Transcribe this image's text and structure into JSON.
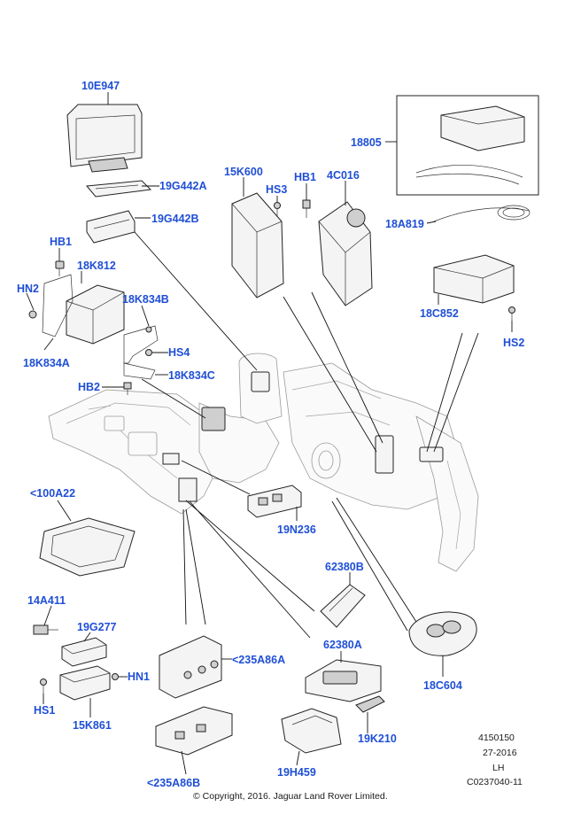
{
  "labels": {
    "l_10E947": "10E947",
    "l_19G442A": "19G442A",
    "l_19G442B": "19G442B",
    "l_HB1_left": "HB1",
    "l_18K812": "18K812",
    "l_HN2": "HN2",
    "l_18K834B": "18K834B",
    "l_HS4": "HS4",
    "l_18K834A": "18K834A",
    "l_18K834C": "18K834C",
    "l_HB2": "HB2",
    "l_15K600": "15K600",
    "l_HS3": "HS3",
    "l_HB1_mid": "HB1",
    "l_4C016": "4C016",
    "l_18805": "18805",
    "l_18A819": "18A819",
    "l_18C852": "18C852",
    "l_HS2": "HS2",
    "l_100A22": "<100A22",
    "l_19N236": "19N236",
    "l_62380B": "62380B",
    "l_14A411": "14A411",
    "l_19G277": "19G277",
    "l_HN1": "HN1",
    "l_HS1": "HS1",
    "l_15K861": "15K861",
    "l_235A86A": "<235A86A",
    "l_62380A": "62380A",
    "l_18C604": "18C604",
    "l_19K210": "19K210",
    "l_19H459": "19H459",
    "l_235A86B": "<235A86B"
  },
  "meta": {
    "ref_number": "4150150",
    "date": "27-2016",
    "side": "LH",
    "code": "C0237040-11"
  },
  "copyright": "© Copyright, 2016. Jaguar Land Rover Limited.",
  "colors": {
    "label": "#1f4fd6",
    "line": "#111111"
  }
}
